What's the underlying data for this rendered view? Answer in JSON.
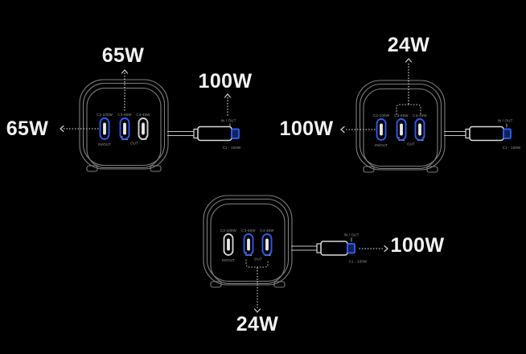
{
  "scene": {
    "description": "Three illustrations of a GaN charger with built-in cable showing power output combinations",
    "background_color": "#000000",
    "accent_blue": "#2e5be8",
    "outline_gray": "#7d7d7d"
  },
  "device": {
    "port_labels": [
      "C2-100W",
      "C3-65W",
      "C4-45W"
    ],
    "port1_sub_label": "IN/OUT",
    "out_group_label": "OUT",
    "cable_in_out_label": "IN / OUT",
    "cable_port_label": "C1 - 100W"
  },
  "diagrams": [
    {
      "id": "top-left",
      "watts_left": "65W",
      "watts_top": "65W",
      "watts_cable": "100W",
      "active_ports": [
        true,
        true,
        false
      ]
    },
    {
      "id": "top-right",
      "watts_left": "100W",
      "watts_top": "24W",
      "active_ports": [
        true,
        true,
        true
      ]
    },
    {
      "id": "bottom-center",
      "watts_bottom": "24W",
      "watts_cable": "100W",
      "active_ports": [
        false,
        true,
        true
      ]
    }
  ]
}
